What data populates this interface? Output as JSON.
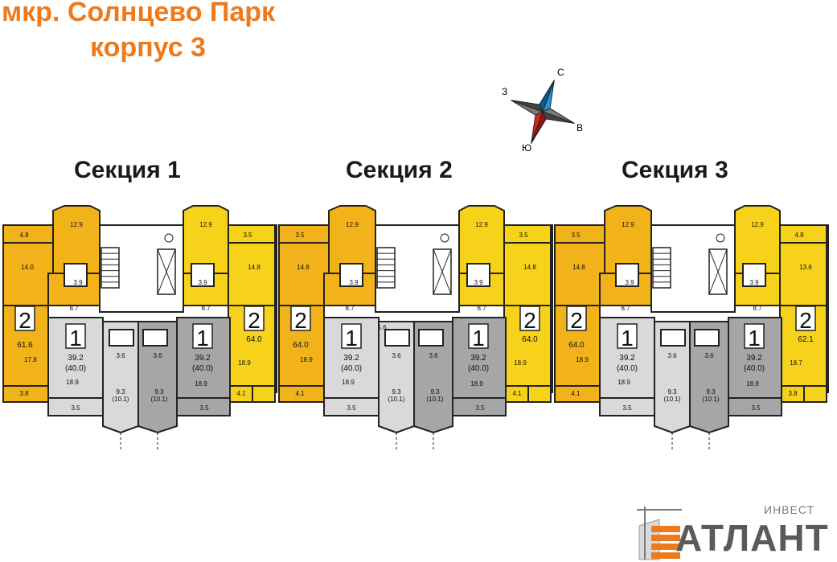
{
  "header": {
    "line1": "мкр. Солнцево Парк",
    "line2": "корпус 3"
  },
  "compass": {
    "north": "С",
    "east": "В",
    "south": "Ю",
    "west": "З"
  },
  "colors": {
    "title": "#ee7a1e",
    "orange_apartment": "#f2b21a",
    "yellow_apartment": "#f6d21a",
    "light_gray_apartment": "#d9d9d9",
    "dark_gray_apartment": "#a6a6a6",
    "wall": "#222222"
  },
  "sections": [
    {
      "title": "Секция 1",
      "left_flat": {
        "rooms": "2",
        "area": "61.6",
        "areas": [
          "4.8",
          "14.0",
          "12.9",
          "3.9",
          "8.7",
          "17.8",
          "3.8"
        ]
      },
      "mid_left_flat": {
        "rooms": "1",
        "area": "39.2",
        "area_total": "(40.0)",
        "areas": [
          "18.9",
          "3.6",
          "9.3",
          "(10.1)",
          "3.5"
        ]
      },
      "mid_right_flat": {
        "rooms": "1",
        "area": "39.2",
        "area_total": "(40.0)",
        "areas": [
          "18.9",
          "3.6",
          "9.3",
          "(10.1)",
          "3.5"
        ]
      },
      "right_flat": {
        "rooms": "2",
        "area": "64.0",
        "areas": [
          "12.9",
          "3.5",
          "14.8",
          "3.9",
          "8.7",
          "18.9",
          "4.1"
        ]
      }
    },
    {
      "title": "Секция 2",
      "left_flat": {
        "rooms": "2",
        "area": "64.0",
        "areas": [
          "3.5",
          "14.8",
          "12.9",
          "3.9",
          "8.7",
          "18.9",
          "4.1"
        ]
      },
      "mid_left_flat": {
        "rooms": "1",
        "area": "39.2",
        "area_total": "(40.0)",
        "areas": [
          "18.9",
          "3.6",
          "9.3",
          "(10.1)",
          "3.5",
          "5.6"
        ]
      },
      "mid_right_flat": {
        "rooms": "1",
        "area": "39.2",
        "area_total": "(40.0)",
        "areas": [
          "18.9",
          "3.6",
          "9.3",
          "(10.1)",
          "3.5"
        ]
      },
      "right_flat": {
        "rooms": "2",
        "area": "64.0",
        "areas": [
          "12.9",
          "3.5",
          "14.8",
          "3.9",
          "8.7",
          "18.9",
          "4.1"
        ]
      }
    },
    {
      "title": "Секция 3",
      "left_flat": {
        "rooms": "2",
        "area": "64.0",
        "areas": [
          "3.5",
          "14.8",
          "12.9",
          "3.9",
          "8.7",
          "18.9",
          "4.1"
        ]
      },
      "mid_left_flat": {
        "rooms": "1",
        "area": "39.2",
        "area_total": "(40.0)",
        "areas": [
          "18.9",
          "3.6",
          "9.3",
          "(10.1)",
          "3.5"
        ]
      },
      "mid_right_flat": {
        "rooms": "1",
        "area": "39.2",
        "area_total": "(40.0)",
        "areas": [
          "18.9",
          "3.6",
          "9.3",
          "(10.1)",
          "3.5"
        ]
      },
      "right_flat": {
        "rooms": "2",
        "area": "62.1",
        "areas": [
          "12.9",
          "4.8",
          "13.6",
          "3.9",
          "8.7",
          "18.7",
          "3.8"
        ]
      }
    }
  ],
  "logo": {
    "small": "ИНВЕСТ",
    "name": "АТЛАНТ"
  }
}
